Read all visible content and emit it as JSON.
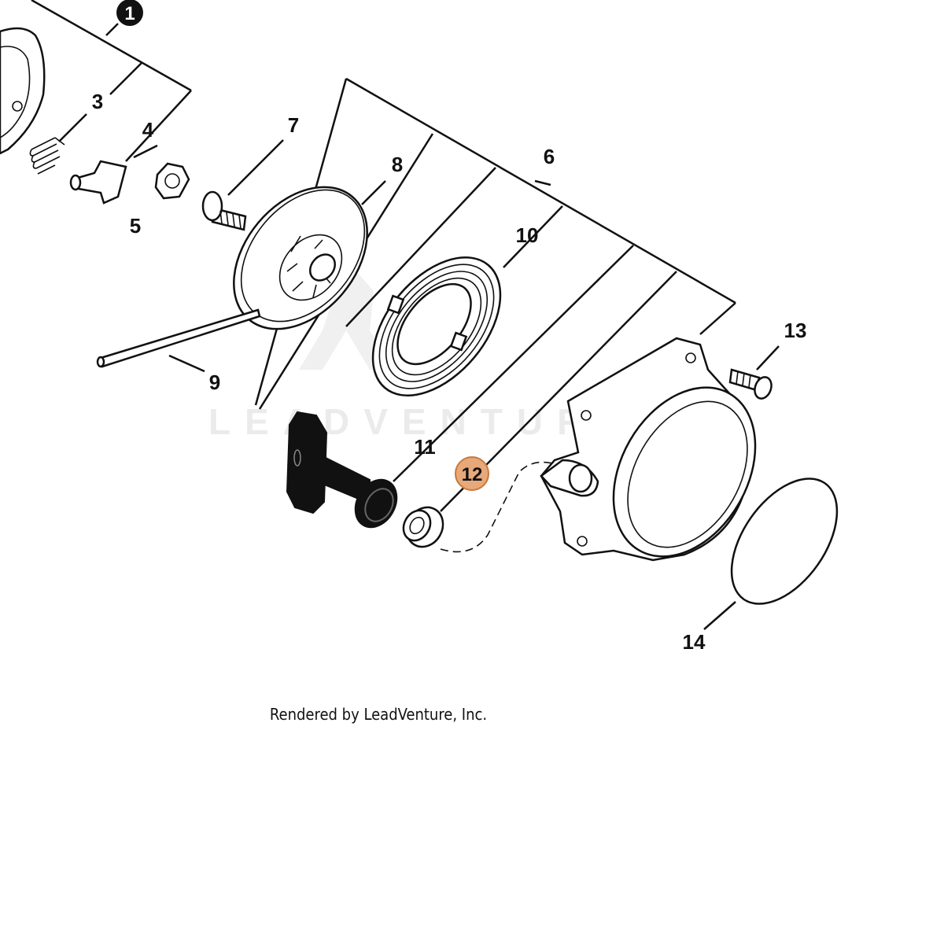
{
  "callouts": {
    "c1": "1",
    "c3": "3",
    "c4": "4",
    "c5": "5",
    "c6": "6",
    "c7": "7",
    "c8": "8",
    "c9": "9",
    "c10": "10",
    "c11": "11",
    "c12": "12",
    "c13": "13",
    "c14": "14"
  },
  "highlight": {
    "fill": "#e8a97a",
    "stroke": "#c77a3c"
  },
  "watermark": "LEADVENTURE",
  "footer": "Rendered by LeadVenture, Inc."
}
